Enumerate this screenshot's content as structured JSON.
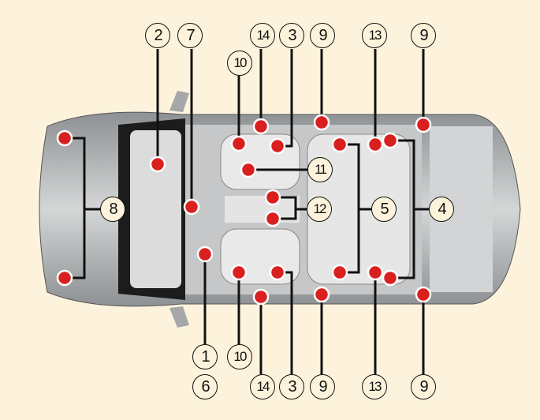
{
  "title": "Airbag locations diagram",
  "colors": {
    "background": "#fdf3dc",
    "dot": "#d9201f",
    "car": "#b9bbbd"
  },
  "labels": {
    "l1": "1",
    "l2": "2",
    "l3": "3",
    "l4": "4",
    "l5": "5",
    "l6": "6",
    "l7": "7",
    "l8": "8",
    "l9": "9",
    "l10": "10",
    "l11": "11",
    "l12": "12",
    "l13": "13",
    "l14": "14"
  }
}
